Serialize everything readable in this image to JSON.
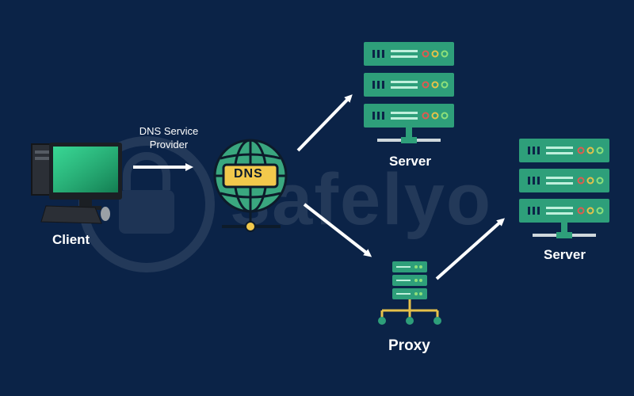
{
  "watermark": {
    "text": "safelyo"
  },
  "nodes": {
    "client": {
      "label": "Client"
    },
    "dns": {
      "label": "DNS",
      "caption_line1": "DNS Service",
      "caption_line2": "Provider"
    },
    "server_top": {
      "label": "Server"
    },
    "server_right": {
      "label": "Server"
    },
    "proxy": {
      "label": "Proxy"
    }
  },
  "colors": {
    "background": "#0b2347",
    "server_green": "#2e9f7a",
    "server_dark": "#1f7a5c",
    "dns_globe": "#3aa77f",
    "dns_badge": "#f2c94c",
    "arrow": "#ffffff",
    "proxy_yellow": "#e6c14a",
    "led_red": "#e05a4f",
    "led_yellow": "#e6c14a",
    "led_green": "#8ee07a"
  }
}
